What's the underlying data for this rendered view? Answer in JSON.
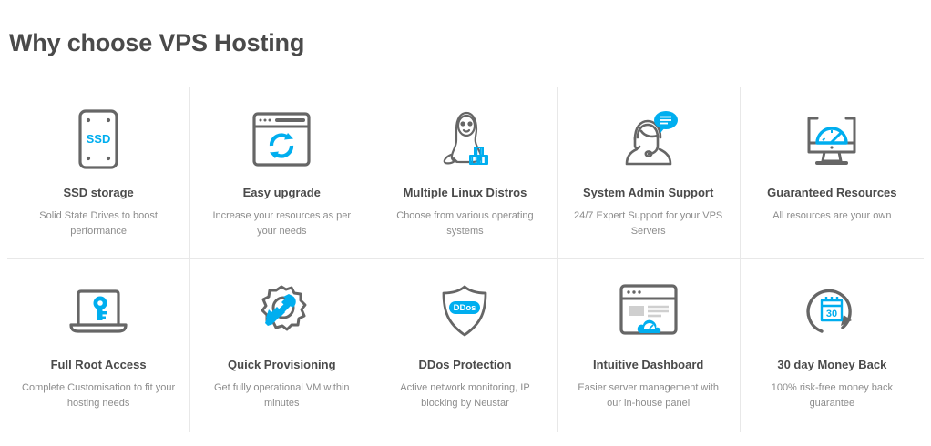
{
  "page": {
    "title": "Why choose VPS Hosting"
  },
  "colors": {
    "accent": "#00AEEF",
    "heading": "#4a4a4a",
    "body_text": "#8c8c8c",
    "icon_stroke": "#666666",
    "divider": "#e8e8e8",
    "background": "#ffffff"
  },
  "features": [
    {
      "icon": "ssd-drive-icon",
      "icon_label": "SSD",
      "title": "SSD storage",
      "description": "Solid State Drives to boost performance"
    },
    {
      "icon": "browser-refresh-icon",
      "icon_label": "",
      "title": "Easy upgrade",
      "description": "Increase your resources as per your needs"
    },
    {
      "icon": "linux-penguin-icon",
      "icon_label": "",
      "title": "Multiple Linux Distros",
      "description": "Choose from various operating systems"
    },
    {
      "icon": "support-agent-headset-icon",
      "icon_label": "",
      "title": "System Admin Support",
      "description": "24/7 Expert Support for your VPS Servers"
    },
    {
      "icon": "monitor-gauge-icon",
      "icon_label": "",
      "title": "Guaranteed Resources",
      "description": "All resources are your own"
    },
    {
      "icon": "laptop-key-icon",
      "icon_label": "",
      "title": "Full Root Access",
      "description": "Complete Customisation to fit your hosting needs"
    },
    {
      "icon": "gear-wrench-icon",
      "icon_label": "",
      "title": "Quick Provisioning",
      "description": "Get fully operational VM within minutes"
    },
    {
      "icon": "shield-ddos-icon",
      "icon_label": "DDos",
      "title": "DDos Protection",
      "description": "Active network monitoring, IP blocking by Neustar"
    },
    {
      "icon": "dashboard-cloud-icon",
      "icon_label": "",
      "title": "Intuitive Dashboard",
      "description": "Easier server management with our in-house panel"
    },
    {
      "icon": "calendar-refresh-30-icon",
      "icon_label": "30",
      "title": "30 day Money Back",
      "description": "100% risk-free money back guarantee"
    }
  ]
}
